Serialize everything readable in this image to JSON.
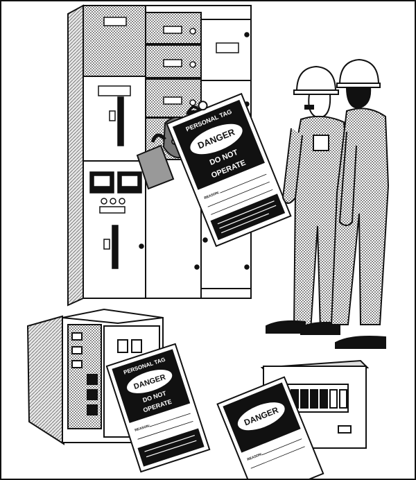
{
  "tags": {
    "main": {
      "header": "PERSONAL TAG",
      "danger": "DANGER",
      "line1": "DO NOT",
      "line2": "OPERATE",
      "reason": "REASON:"
    },
    "lower_left": {
      "header": "PERSONAL TAG",
      "danger": "DANGER",
      "line1": "DO NOT",
      "line2": "OPERATE",
      "reason": "REASON:"
    },
    "lower_right": {
      "danger": "DANGER",
      "reason": "REASON:"
    }
  },
  "colors": {
    "ink": "#111111",
    "paper": "#ffffff",
    "shade": "#9a9a9a",
    "light": "#d4d4d4"
  }
}
